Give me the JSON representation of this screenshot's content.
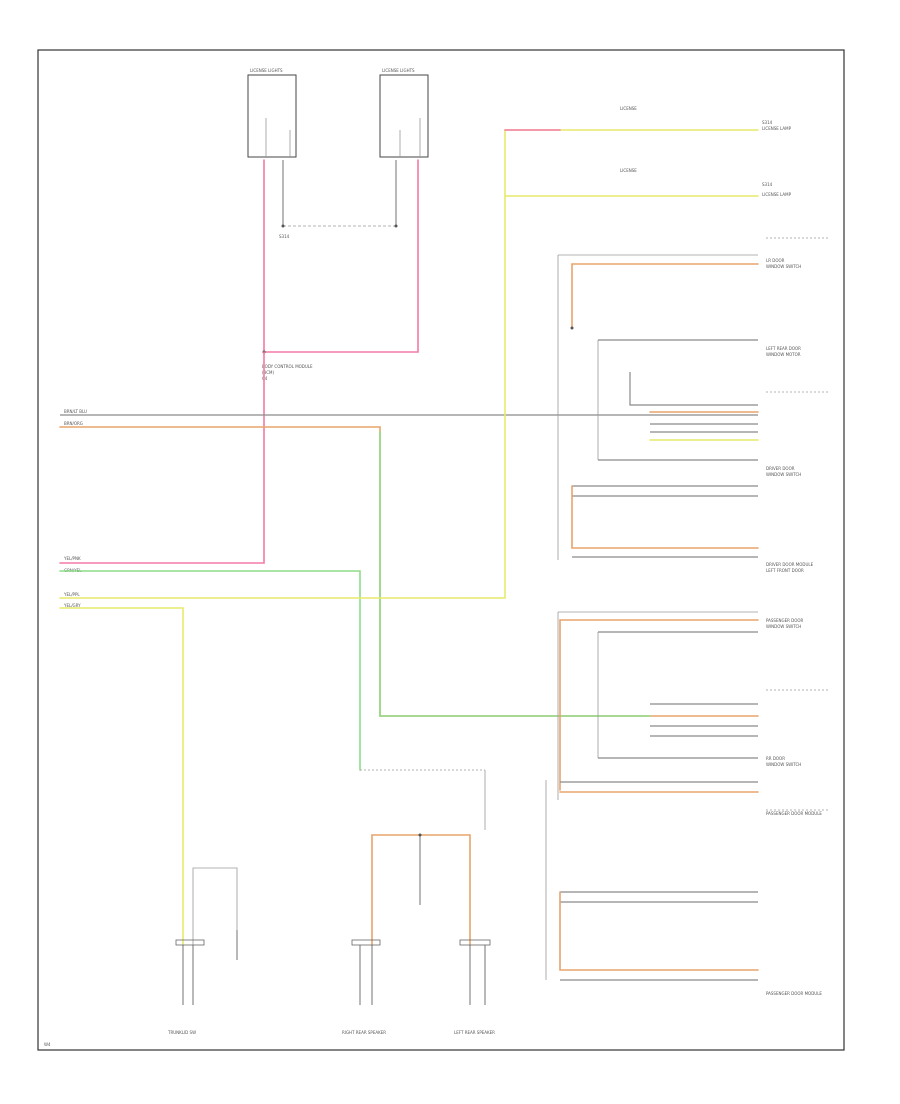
{
  "colors": {
    "pink": "#f47aa7",
    "yellow": "#e7ea6a",
    "green": "#8fdc8a",
    "orange": "#e8a46a",
    "gray": "#8a8a8a",
    "frame": "#333333"
  },
  "labels": {
    "lights_top": [
      {
        "id": "top_left_lamp",
        "text": "LICENSE LIGHTS"
      },
      {
        "id": "top_right_lamp",
        "text": "LICENSE LIGHTS"
      }
    ],
    "splice_top": "S314",
    "body_module_note": [
      "BODY CONTROL MODULE",
      "(BCM)",
      "C4"
    ],
    "left_edge": [
      {
        "id": "l1",
        "text": "BRN/LT BLU"
      },
      {
        "id": "l2",
        "text": "BRN/ORG"
      },
      {
        "id": "l3",
        "text": "YEL/PNK"
      },
      {
        "id": "l4",
        "text": "GRN/YEL"
      },
      {
        "id": "l5",
        "text": "YEL/PPL"
      },
      {
        "id": "l6",
        "text": "YEL/GRY"
      }
    ],
    "right_group_1": [
      "LR DOOR",
      "WINDOW SWITCH",
      "LEFT REAR DOOR",
      "WINDOW MOTOR",
      "DRIVER DOOR",
      "WINDOW SWITCH",
      "DRIVER DOOR MODULE",
      "LEFT FRONT DOOR"
    ],
    "right_group_2": [
      "PASSENGER DOOR",
      "WINDOW SWITCH",
      "RR DOOR",
      "WINDOW SWITCH",
      "PASSENGER DOOR MODULE",
      "PASSENGER DOOR MODULE"
    ],
    "bottom": [
      {
        "id": "b1",
        "text": "TRUNKLID SW"
      },
      {
        "id": "b2",
        "text": "RIGHT REAR SPEAKER"
      },
      {
        "id": "b3",
        "text": "LEFT REAR SPEAKER"
      }
    ],
    "corner_mark": "W4"
  }
}
